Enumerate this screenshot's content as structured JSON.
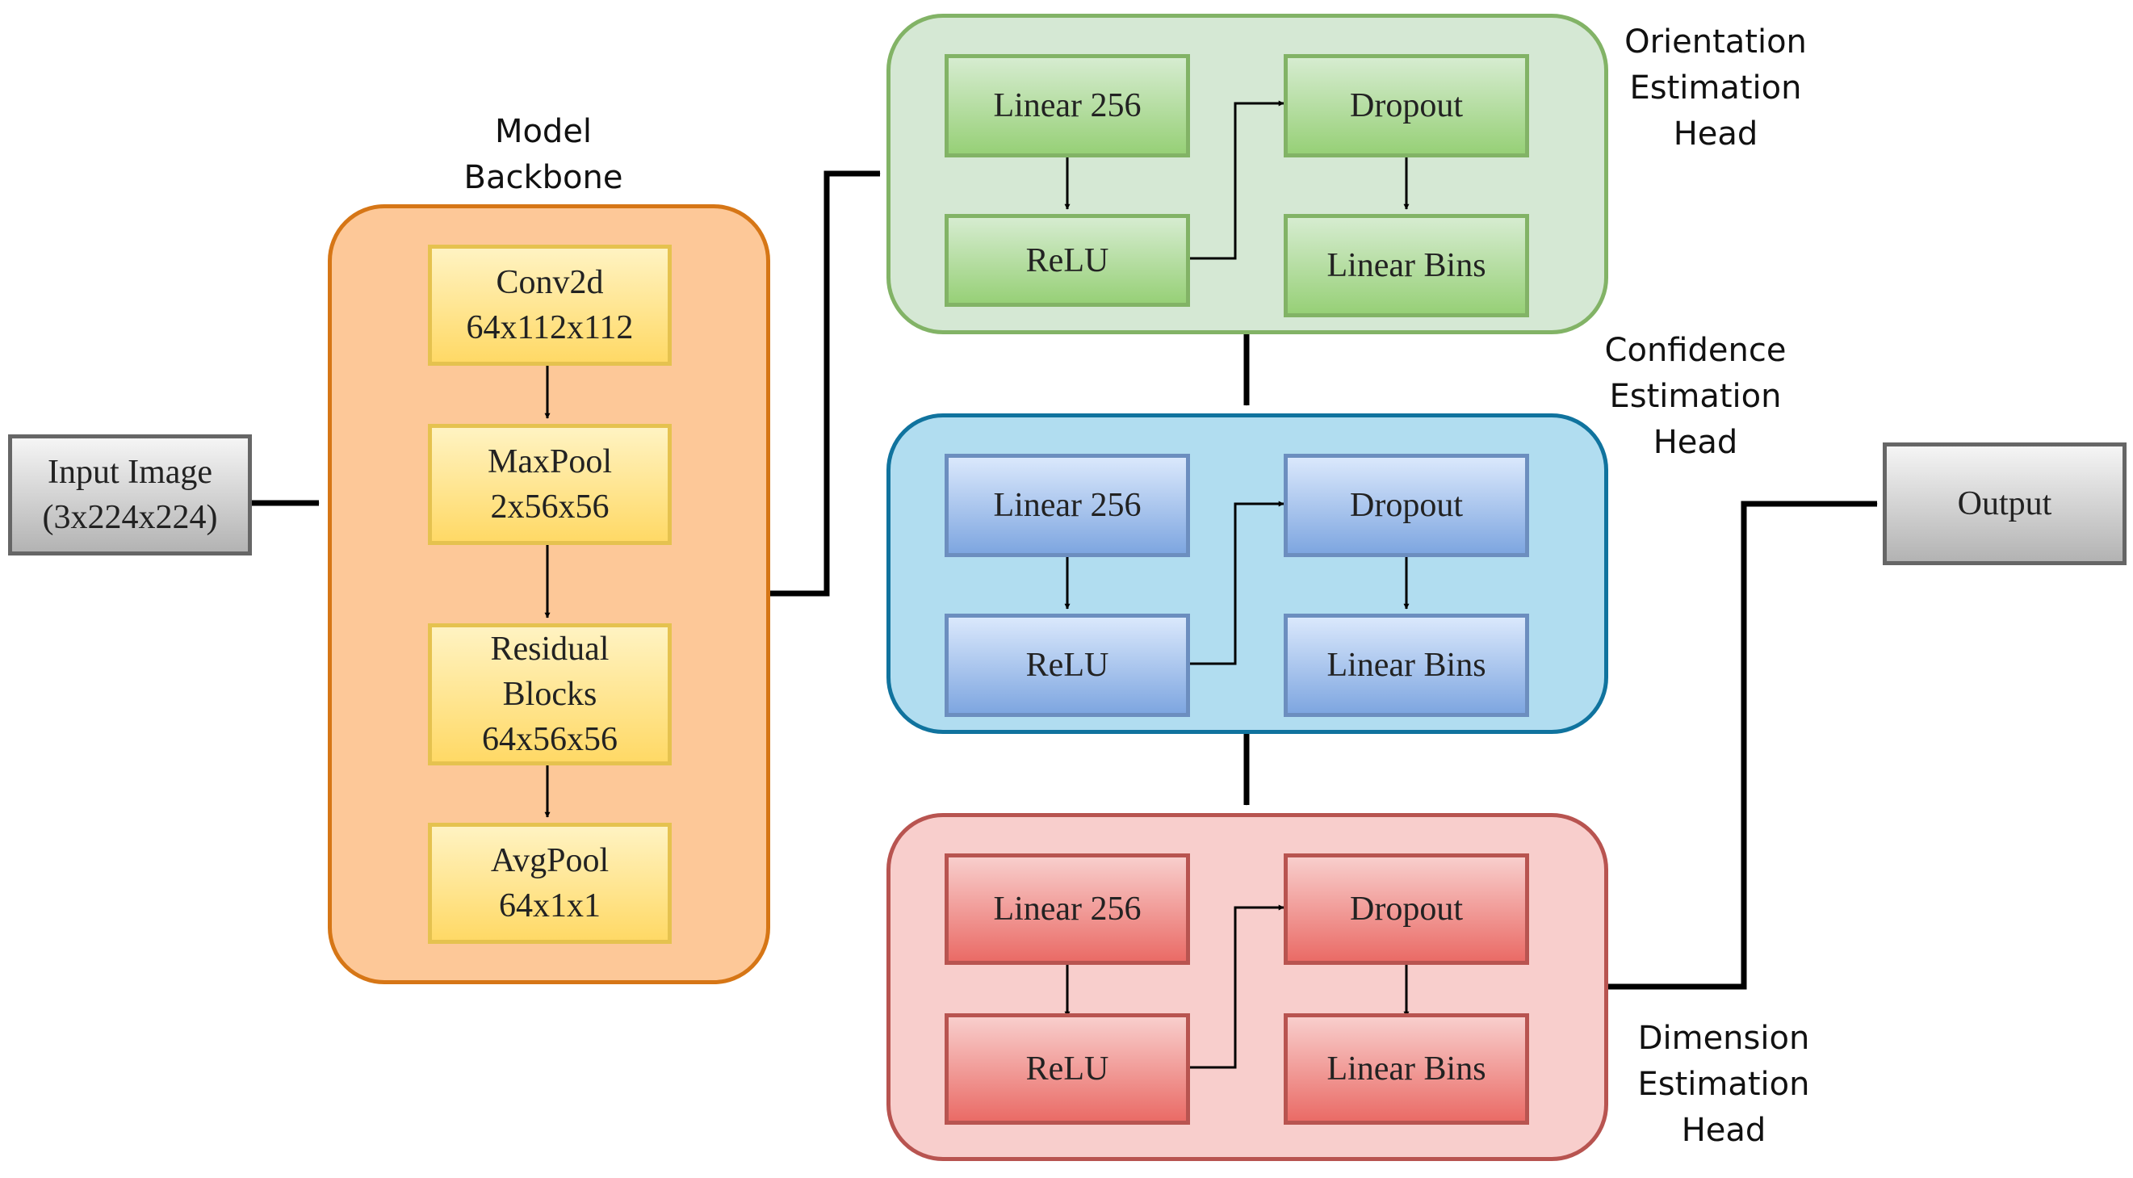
{
  "input": {
    "line1": "Input Image",
    "line2": "(3x224x224)"
  },
  "backbone": {
    "title": {
      "line1": "Model",
      "line2": "Backbone"
    },
    "conv": {
      "line1": "Conv2d",
      "line2": "64x112x112"
    },
    "maxpool": {
      "line1": "MaxPool",
      "line2": "2x56x56"
    },
    "residual": {
      "line1": "Residual",
      "line2": "Blocks",
      "line3": "64x56x56"
    },
    "avgpool": {
      "line1": "AvgPool",
      "line2": "64x1x1"
    }
  },
  "orientation": {
    "title": {
      "line1": "Orientation",
      "line2": "Estimation",
      "line3": "Head"
    },
    "linear": "Linear 256",
    "relu": "ReLU",
    "dropout": "Dropout",
    "bins": "Linear Bins"
  },
  "confidence": {
    "title": {
      "line1": "Confidence",
      "line2": "Estimation",
      "line3": "Head"
    },
    "linear": "Linear 256",
    "relu": "ReLU",
    "dropout": "Dropout",
    "bins": "Linear Bins"
  },
  "dimension": {
    "title": {
      "line1": "Dimension",
      "line2": "Estimation",
      "line3": "Head"
    },
    "linear": "Linear 256",
    "relu": "ReLU",
    "dropout": "Dropout",
    "bins": "Linear Bins"
  },
  "output": "Output",
  "colors": {
    "backbone_fill": "#fdc898",
    "backbone_border": "#d67616",
    "block_yellow": "#ffd966",
    "orientation_fill": "#d5e8d4",
    "orientation_border": "#82b366",
    "confidence_fill": "#b1ddf0",
    "confidence_border": "#10739e",
    "dimension_fill": "#f8cecc",
    "dimension_border": "#b85450",
    "io_gray": "#b3b3b3"
  }
}
